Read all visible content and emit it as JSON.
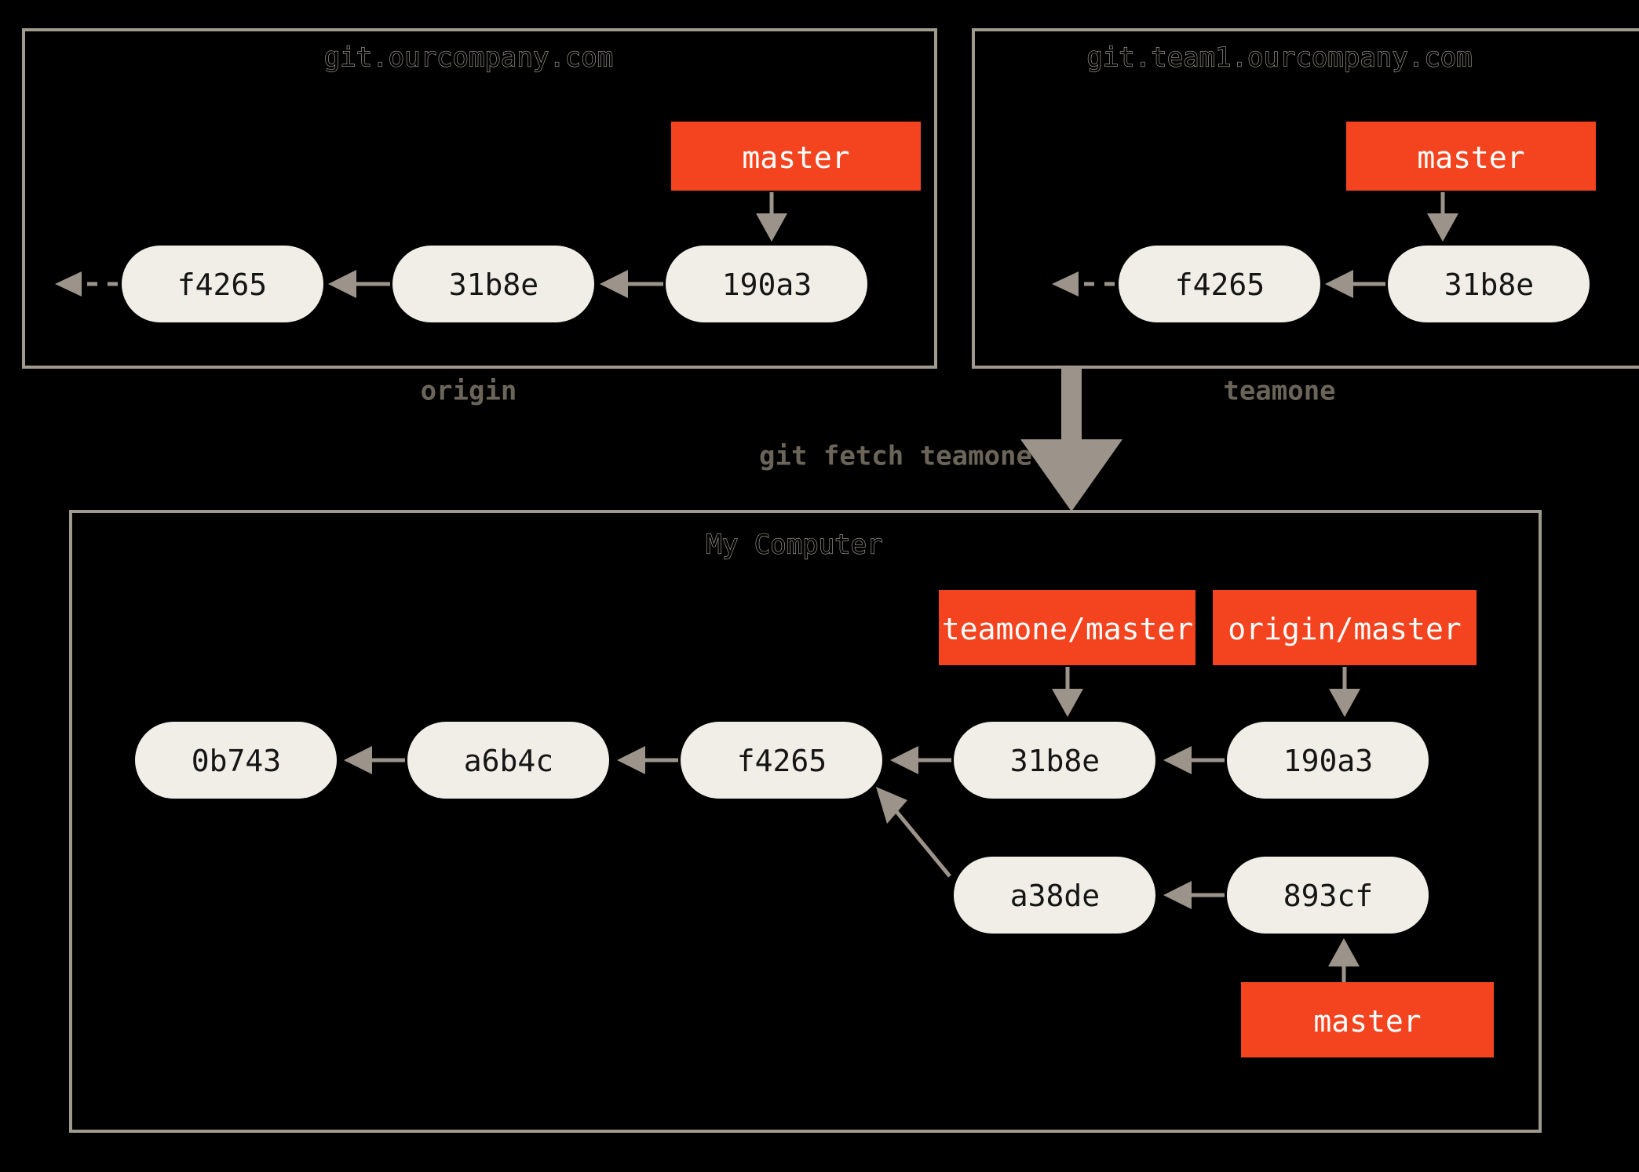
{
  "diagram": {
    "type": "git-remote-branches-diagram",
    "background_color": "#000000",
    "colors": {
      "commit_node": "#F0EEE6",
      "commit_text": "#151515",
      "branch_box": "#F4441F",
      "branch_text": "#FFFFFF",
      "panel_border": "#A09A8E",
      "edge": "#9C948A",
      "caption_text": "#6B6459"
    },
    "panels": [
      {
        "id": "origin-panel",
        "title": "git.ourcompany.com",
        "caption": "origin",
        "commits": [
          "f4265",
          "31b8e",
          "190a3"
        ],
        "branches": [
          {
            "label": "master",
            "points_to": "190a3"
          }
        ],
        "has_trailing_dashed_arrow": true
      },
      {
        "id": "teamone-panel",
        "title": "git.team1.ourcompany.com",
        "caption": "teamone",
        "commits": [
          "f4265",
          "31b8e"
        ],
        "branches": [
          {
            "label": "master",
            "points_to": "31b8e"
          }
        ],
        "has_trailing_dashed_arrow": true
      },
      {
        "id": "my-computer-panel",
        "title": "My Computer",
        "caption": "",
        "commits_main": [
          "0b743",
          "a6b4c",
          "f4265",
          "31b8e",
          "190a3"
        ],
        "commits_branch": [
          "a38de",
          "893cf"
        ],
        "branches": [
          {
            "label": "teamone/master",
            "points_to": "31b8e"
          },
          {
            "label": "origin/master",
            "points_to": "190a3"
          },
          {
            "label": "master",
            "points_to": "893cf"
          }
        ],
        "has_trailing_dashed_arrow": false
      }
    ],
    "operation": {
      "command": "git fetch teamone",
      "from_panel": "teamone-panel",
      "to_panel": "my-computer-panel"
    }
  }
}
